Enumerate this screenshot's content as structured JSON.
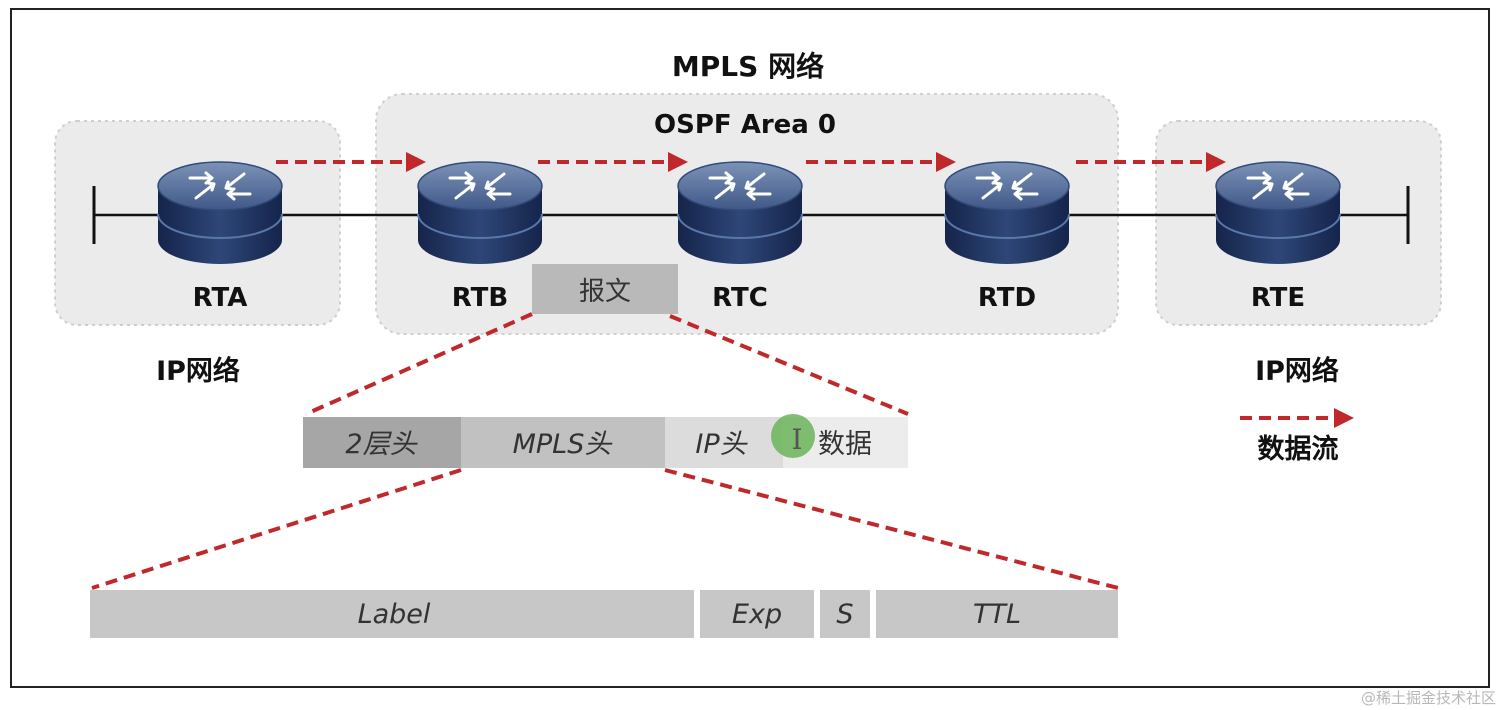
{
  "title": "MPLS 网络",
  "ospf_area": "OSPF Area 0",
  "routers": [
    {
      "name": "RTA"
    },
    {
      "name": "RTB"
    },
    {
      "name": "RTC"
    },
    {
      "name": "RTD"
    },
    {
      "name": "RTE"
    }
  ],
  "ip_network_left": "IP网络",
  "ip_network_right": "IP网络",
  "packet_label": "报文",
  "packet_segments": [
    "2层头",
    "MPLS头",
    "IP头",
    "数据"
  ],
  "mpls_fields": [
    "Label",
    "Exp",
    "S",
    "TTL"
  ],
  "legend": {
    "label": "数据流"
  },
  "cursor_glyph": "I",
  "watermark": "@稀土掘金技术社区",
  "colors": {
    "arrow": "#c0282b",
    "zone_fill": "#ebebeb",
    "router_top": "#56709a",
    "router_body": "#21345c",
    "cursor_highlight": "#6bb55a"
  }
}
